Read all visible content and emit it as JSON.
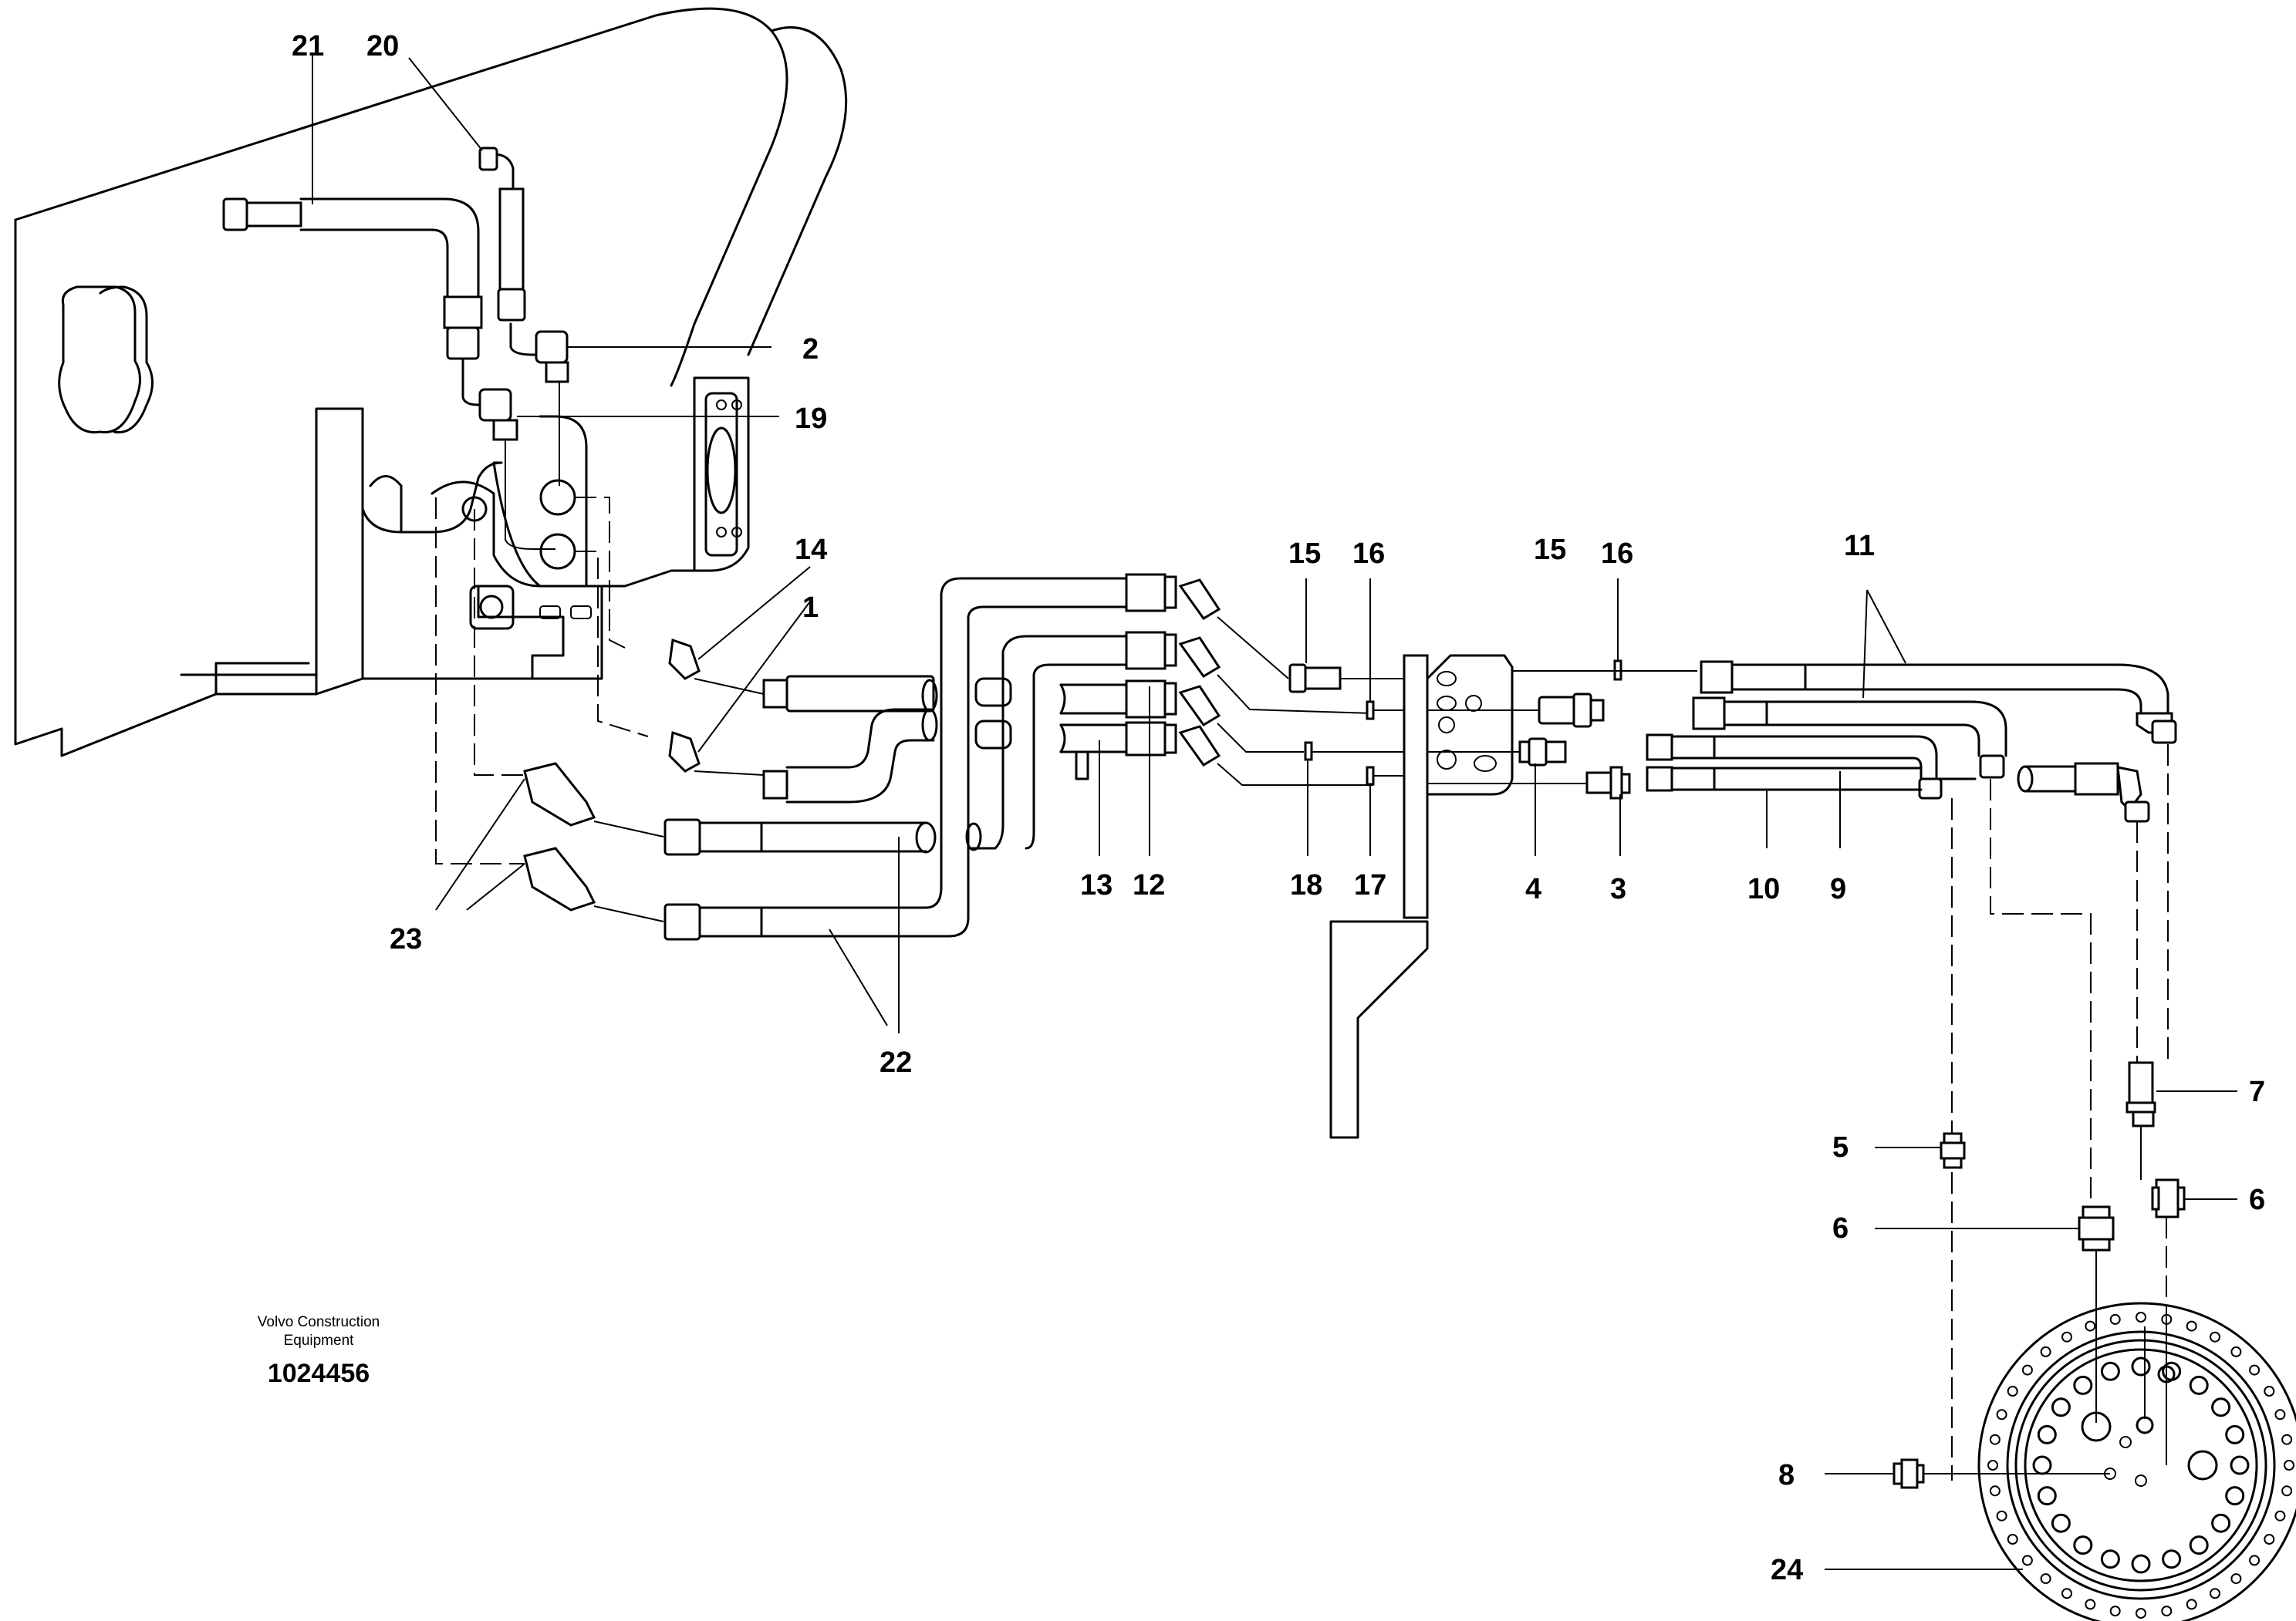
{
  "caption": {
    "line1": "Volvo Construction",
    "line2": "Equipment",
    "number": "1024456"
  },
  "labels": {
    "l1": "1",
    "l2": "2",
    "l3": "3",
    "l4": "4",
    "l5": "5",
    "l6a": "6",
    "l6b": "6",
    "l7": "7",
    "l8": "8",
    "l9": "9",
    "l10": "10",
    "l11": "11",
    "l12": "12",
    "l13": "13",
    "l14": "14",
    "l15a": "15",
    "l15b": "15",
    "l16a": "16",
    "l16b": "16",
    "l17": "17",
    "l18": "18",
    "l19": "19",
    "l20": "20",
    "l21": "21",
    "l22": "22",
    "l23": "23",
    "l24": "24"
  }
}
